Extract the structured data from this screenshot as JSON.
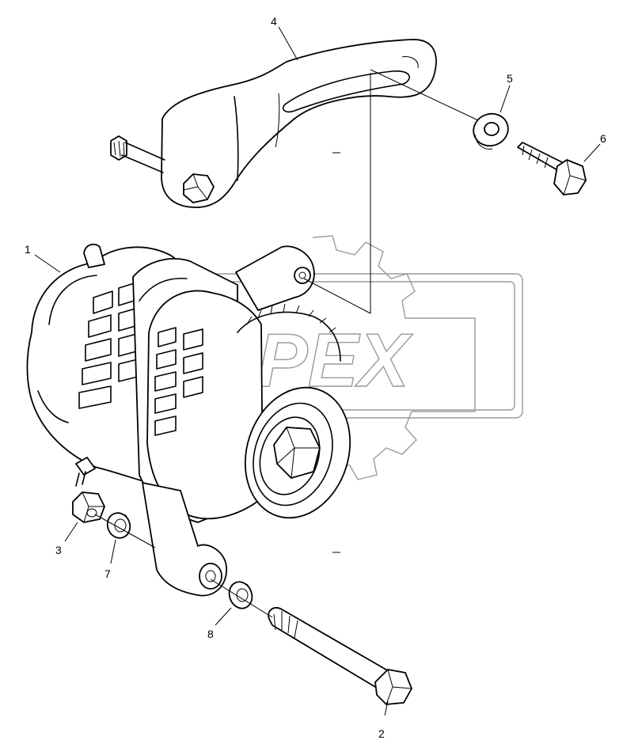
{
  "watermark": {
    "text": "OPEX",
    "color": "#9a9a9a"
  },
  "callouts": {
    "c1": "1",
    "c2": "2",
    "c3": "3",
    "c4": "4",
    "c5": "5",
    "c6": "6",
    "c7": "7",
    "c8": "8"
  },
  "line_color": "#000000",
  "background": "#ffffff"
}
